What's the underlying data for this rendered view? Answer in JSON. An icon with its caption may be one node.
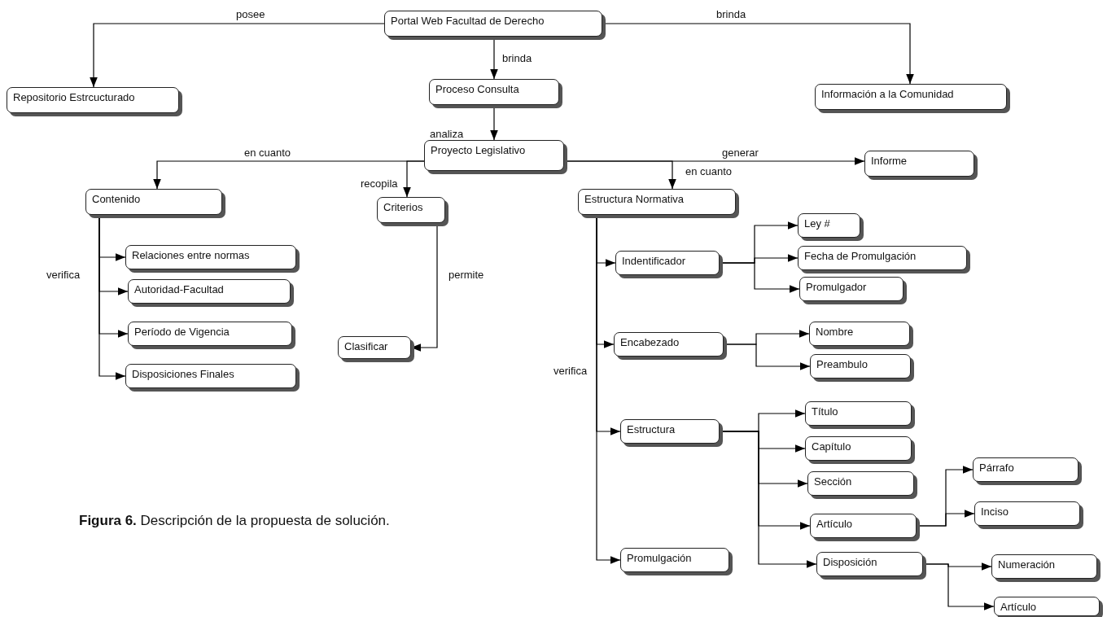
{
  "diagram": {
    "caption": "**Figura 6.** Descripción de la propuesta de solución.",
    "nodes": [
      {
        "text": [
          "Portal Web Facultad de Derecho"
        ]
      },
      {
        "text": [
          "Repositorio Estrcucturado"
        ]
      },
      {
        "text": [
          "Proceso Consulta"
        ]
      },
      {
        "text": [
          "Información a la Comunidad"
        ]
      },
      {
        "text": [
          "Proyecto Legislativo"
        ]
      },
      {
        "text": [
          "Informe"
        ]
      },
      {
        "text": [
          "Contenido"
        ]
      },
      {
        "text": [
          "Criterios"
        ]
      },
      {
        "text": [
          "Estructura Normativa"
        ]
      },
      {
        "text": [
          "Relaciones entre normas"
        ]
      },
      {
        "text": [
          "Autoridad-Facultad"
        ]
      },
      {
        "text": [
          "Período de Vigencia"
        ]
      },
      {
        "text": [
          "Disposiciones Finales"
        ]
      },
      {
        "text": [
          "Clasificar"
        ]
      },
      {
        "text": [
          "Indentificador"
        ]
      },
      {
        "text": [
          "Ley #"
        ]
      },
      {
        "text": [
          "Fecha de Promulgación"
        ]
      },
      {
        "text": [
          "Promulgador"
        ]
      },
      {
        "text": [
          "Encabezado"
        ]
      },
      {
        "text": [
          "Nombre"
        ]
      },
      {
        "text": [
          "Preambulo"
        ]
      },
      {
        "text": [
          "Estructura"
        ]
      },
      {
        "text": [
          "Título"
        ]
      },
      {
        "text": [
          "Capítulo"
        ]
      },
      {
        "text": [
          "Sección"
        ]
      },
      {
        "text": [
          "Artículo"
        ]
      },
      {
        "text": [
          "Párrafo"
        ]
      },
      {
        "text": [
          "Inciso"
        ]
      },
      {
        "text": [
          "Disposición"
        ]
      },
      {
        "text": [
          "Numeración"
        ]
      },
      {
        "text": [
          "Artículo"
        ]
      },
      {
        "text": [
          "Promulgación"
        ]
      }
    ],
    "edges": [
      {
        "from": 0,
        "to": 1,
        "arrow": "to",
        "label": "posee"
      },
      {
        "from": 0,
        "to": 2,
        "arrow": "to",
        "label": "brinda"
      },
      {
        "from": 0,
        "to": 3,
        "arrow": "to",
        "label": "brinda"
      },
      {
        "from": 2,
        "to": 4,
        "arrow": "to",
        "label": "analiza"
      },
      {
        "from": 4,
        "to": 6,
        "arrow": "to",
        "label": "en cuanto"
      },
      {
        "from": 4,
        "to": 7,
        "arrow": "to",
        "label": "recopila"
      },
      {
        "from": 4,
        "to": 8,
        "arrow": "to",
        "label": "en cuanto"
      },
      {
        "from": 4,
        "to": 5,
        "arrow": "to",
        "label": "generar"
      },
      {
        "from": 6,
        "to": 9,
        "arrow": "to",
        "label": "verifica"
      },
      {
        "from": 6,
        "to": 10,
        "arrow": "to"
      },
      {
        "from": 6,
        "to": 11,
        "arrow": "to"
      },
      {
        "from": 6,
        "to": 12,
        "arrow": "to"
      },
      {
        "from": 7,
        "to": 13,
        "arrow": "to",
        "label": "permite"
      },
      {
        "from": 8,
        "to": 14,
        "arrow": "to"
      },
      {
        "from": 8,
        "to": 18,
        "arrow": "to"
      },
      {
        "from": 8,
        "to": 21,
        "arrow": "to",
        "label": "verifica"
      },
      {
        "from": 8,
        "to": 31,
        "arrow": "to"
      },
      {
        "from": 14,
        "to": 15,
        "arrow": "to"
      },
      {
        "from": 14,
        "to": 16,
        "arrow": "to"
      },
      {
        "from": 14,
        "to": 17,
        "arrow": "to"
      },
      {
        "from": 18,
        "to": 19,
        "arrow": "to"
      },
      {
        "from": 18,
        "to": 20,
        "arrow": "to"
      },
      {
        "from": 21,
        "to": 22,
        "arrow": "to"
      },
      {
        "from": 21,
        "to": 23,
        "arrow": "to"
      },
      {
        "from": 21,
        "to": 24,
        "arrow": "to"
      },
      {
        "from": 21,
        "to": 25,
        "arrow": "to"
      },
      {
        "from": 21,
        "to": 28,
        "arrow": "to"
      },
      {
        "from": 25,
        "to": 26,
        "arrow": "to"
      },
      {
        "from": 25,
        "to": 27,
        "arrow": "to"
      },
      {
        "from": 28,
        "to": 29,
        "arrow": "to"
      },
      {
        "from": 28,
        "to": 30,
        "arrow": "to"
      }
    ]
  }
}
